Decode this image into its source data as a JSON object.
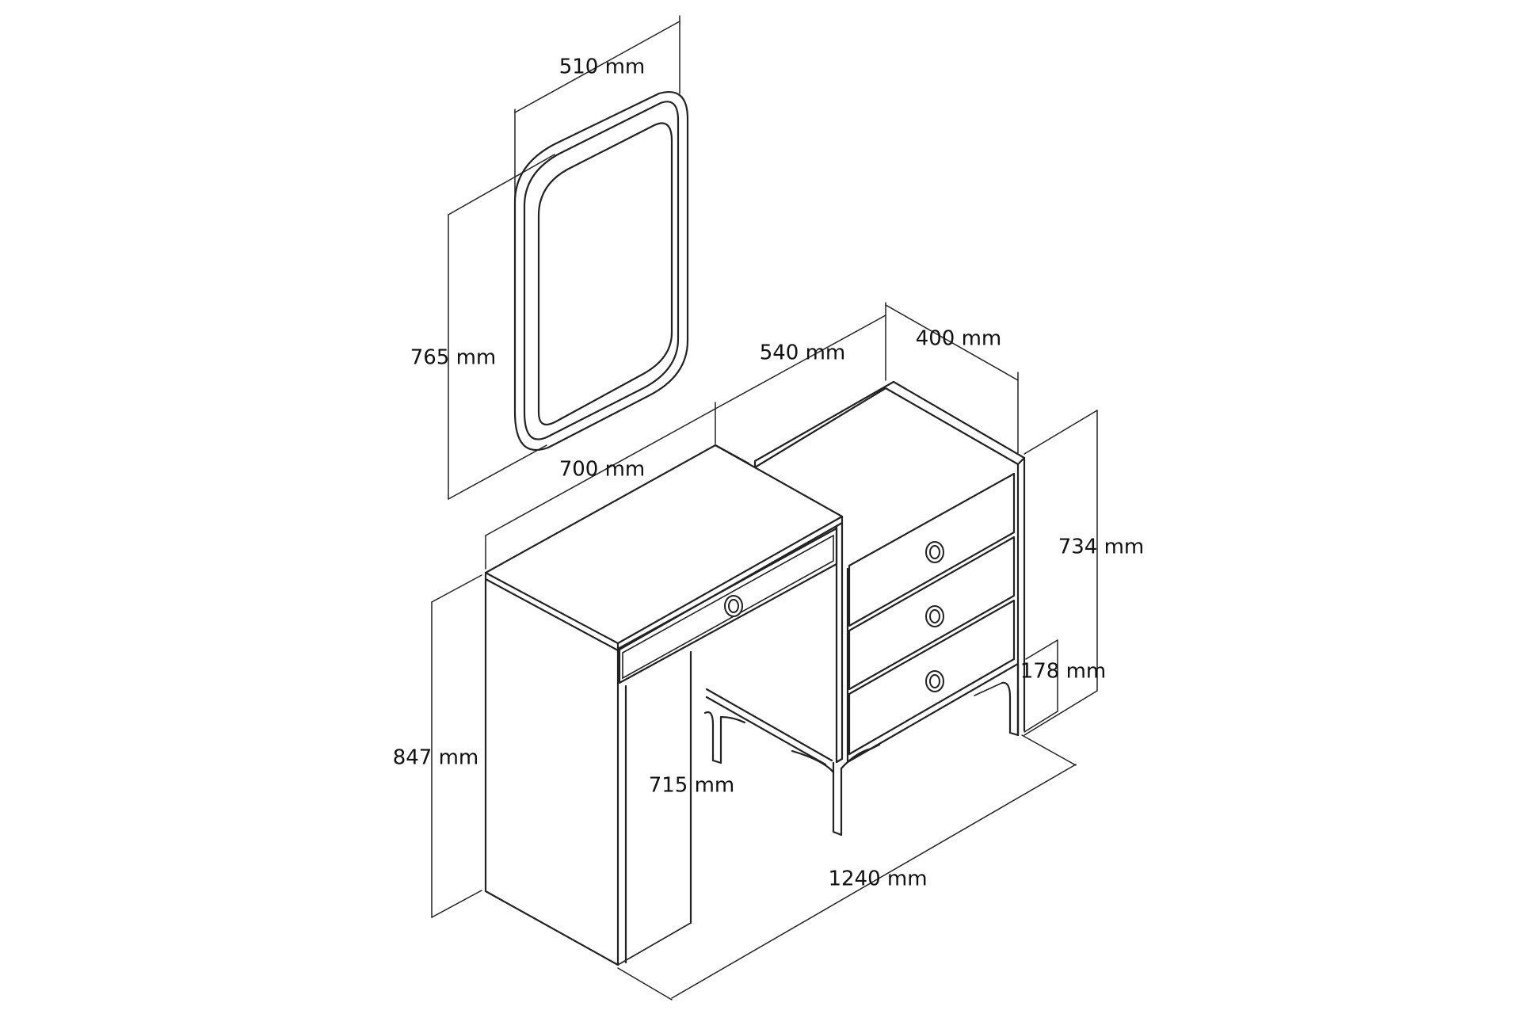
{
  "dimensions": {
    "mirror_width": "510 mm",
    "mirror_height": "765 mm",
    "desk_width": "700 mm",
    "cabinet_depth": "540 mm",
    "chest_width": "400 mm",
    "chest_height": "734 mm",
    "leg_height": "178 mm",
    "total_height": "847 mm",
    "knee_clearance": "715 mm",
    "total_length": "1240 mm"
  },
  "colors": {
    "stroke": "#222222",
    "text": "#111111",
    "background": "#ffffff"
  }
}
